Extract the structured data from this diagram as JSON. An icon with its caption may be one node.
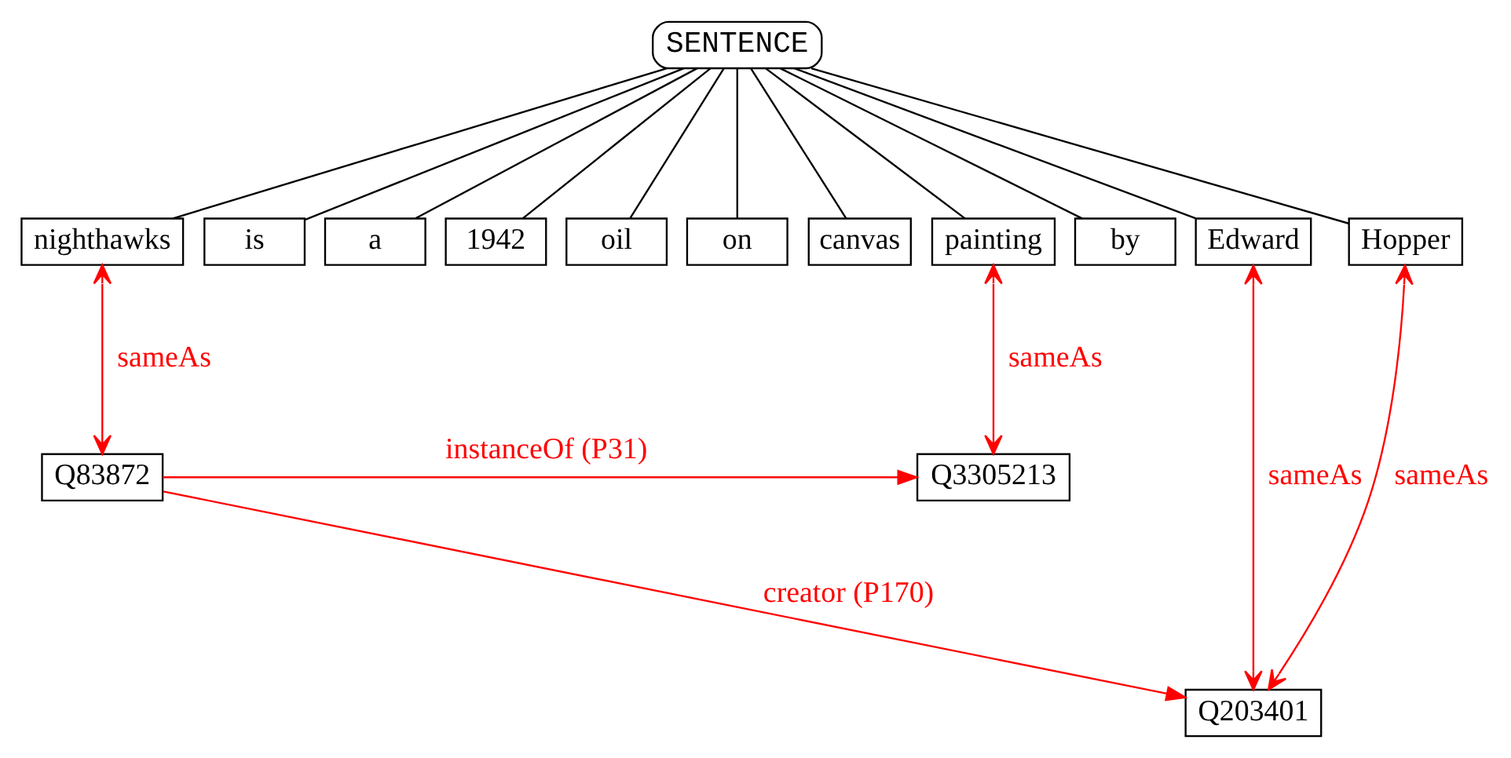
{
  "diagram": {
    "nodes": [
      {
        "text": [
          "SENTENCE"
        ]
      },
      {
        "text": [
          "nighthawks"
        ]
      },
      {
        "text": [
          "is"
        ]
      },
      {
        "text": [
          "a"
        ]
      },
      {
        "text": [
          "1942"
        ]
      },
      {
        "text": [
          "oil"
        ]
      },
      {
        "text": [
          "on"
        ]
      },
      {
        "text": [
          "canvas"
        ]
      },
      {
        "text": [
          "painting"
        ]
      },
      {
        "text": [
          "by"
        ]
      },
      {
        "text": [
          "Edward"
        ]
      },
      {
        "text": [
          "Hopper"
        ]
      },
      {
        "text": [
          "Q83872"
        ]
      },
      {
        "text": [
          "Q3305213"
        ]
      },
      {
        "text": [
          "Q203401"
        ]
      }
    ],
    "edges": [
      {
        "from": 0,
        "to": 1,
        "arrow": "none"
      },
      {
        "from": 0,
        "to": 2,
        "arrow": "none"
      },
      {
        "from": 0,
        "to": 3,
        "arrow": "none"
      },
      {
        "from": 0,
        "to": 4,
        "arrow": "none"
      },
      {
        "from": 0,
        "to": 5,
        "arrow": "none"
      },
      {
        "from": 0,
        "to": 6,
        "arrow": "none"
      },
      {
        "from": 0,
        "to": 7,
        "arrow": "none"
      },
      {
        "from": 0,
        "to": 8,
        "arrow": "none"
      },
      {
        "from": 0,
        "to": 9,
        "arrow": "none"
      },
      {
        "from": 0,
        "to": 10,
        "arrow": "none"
      },
      {
        "from": 0,
        "to": 11,
        "arrow": "none"
      },
      {
        "from": 1,
        "to": 12,
        "arrow": "both",
        "label": "sameAs",
        "color": "#ff0000"
      },
      {
        "from": 8,
        "to": 13,
        "arrow": "both",
        "label": "sameAs",
        "color": "#ff0000"
      },
      {
        "from": 10,
        "to": 14,
        "arrow": "both",
        "label": "sameAs",
        "color": "#ff0000"
      },
      {
        "from": 11,
        "to": 14,
        "arrow": "both",
        "label": "sameAs",
        "color": "#ff0000"
      },
      {
        "from": 12,
        "to": 13,
        "arrow": "to",
        "label": "instanceOf (P31)",
        "color": "#ff0000"
      },
      {
        "from": 12,
        "to": 14,
        "arrow": "to",
        "label": "creator (P170)",
        "color": "#ff0000"
      }
    ]
  }
}
